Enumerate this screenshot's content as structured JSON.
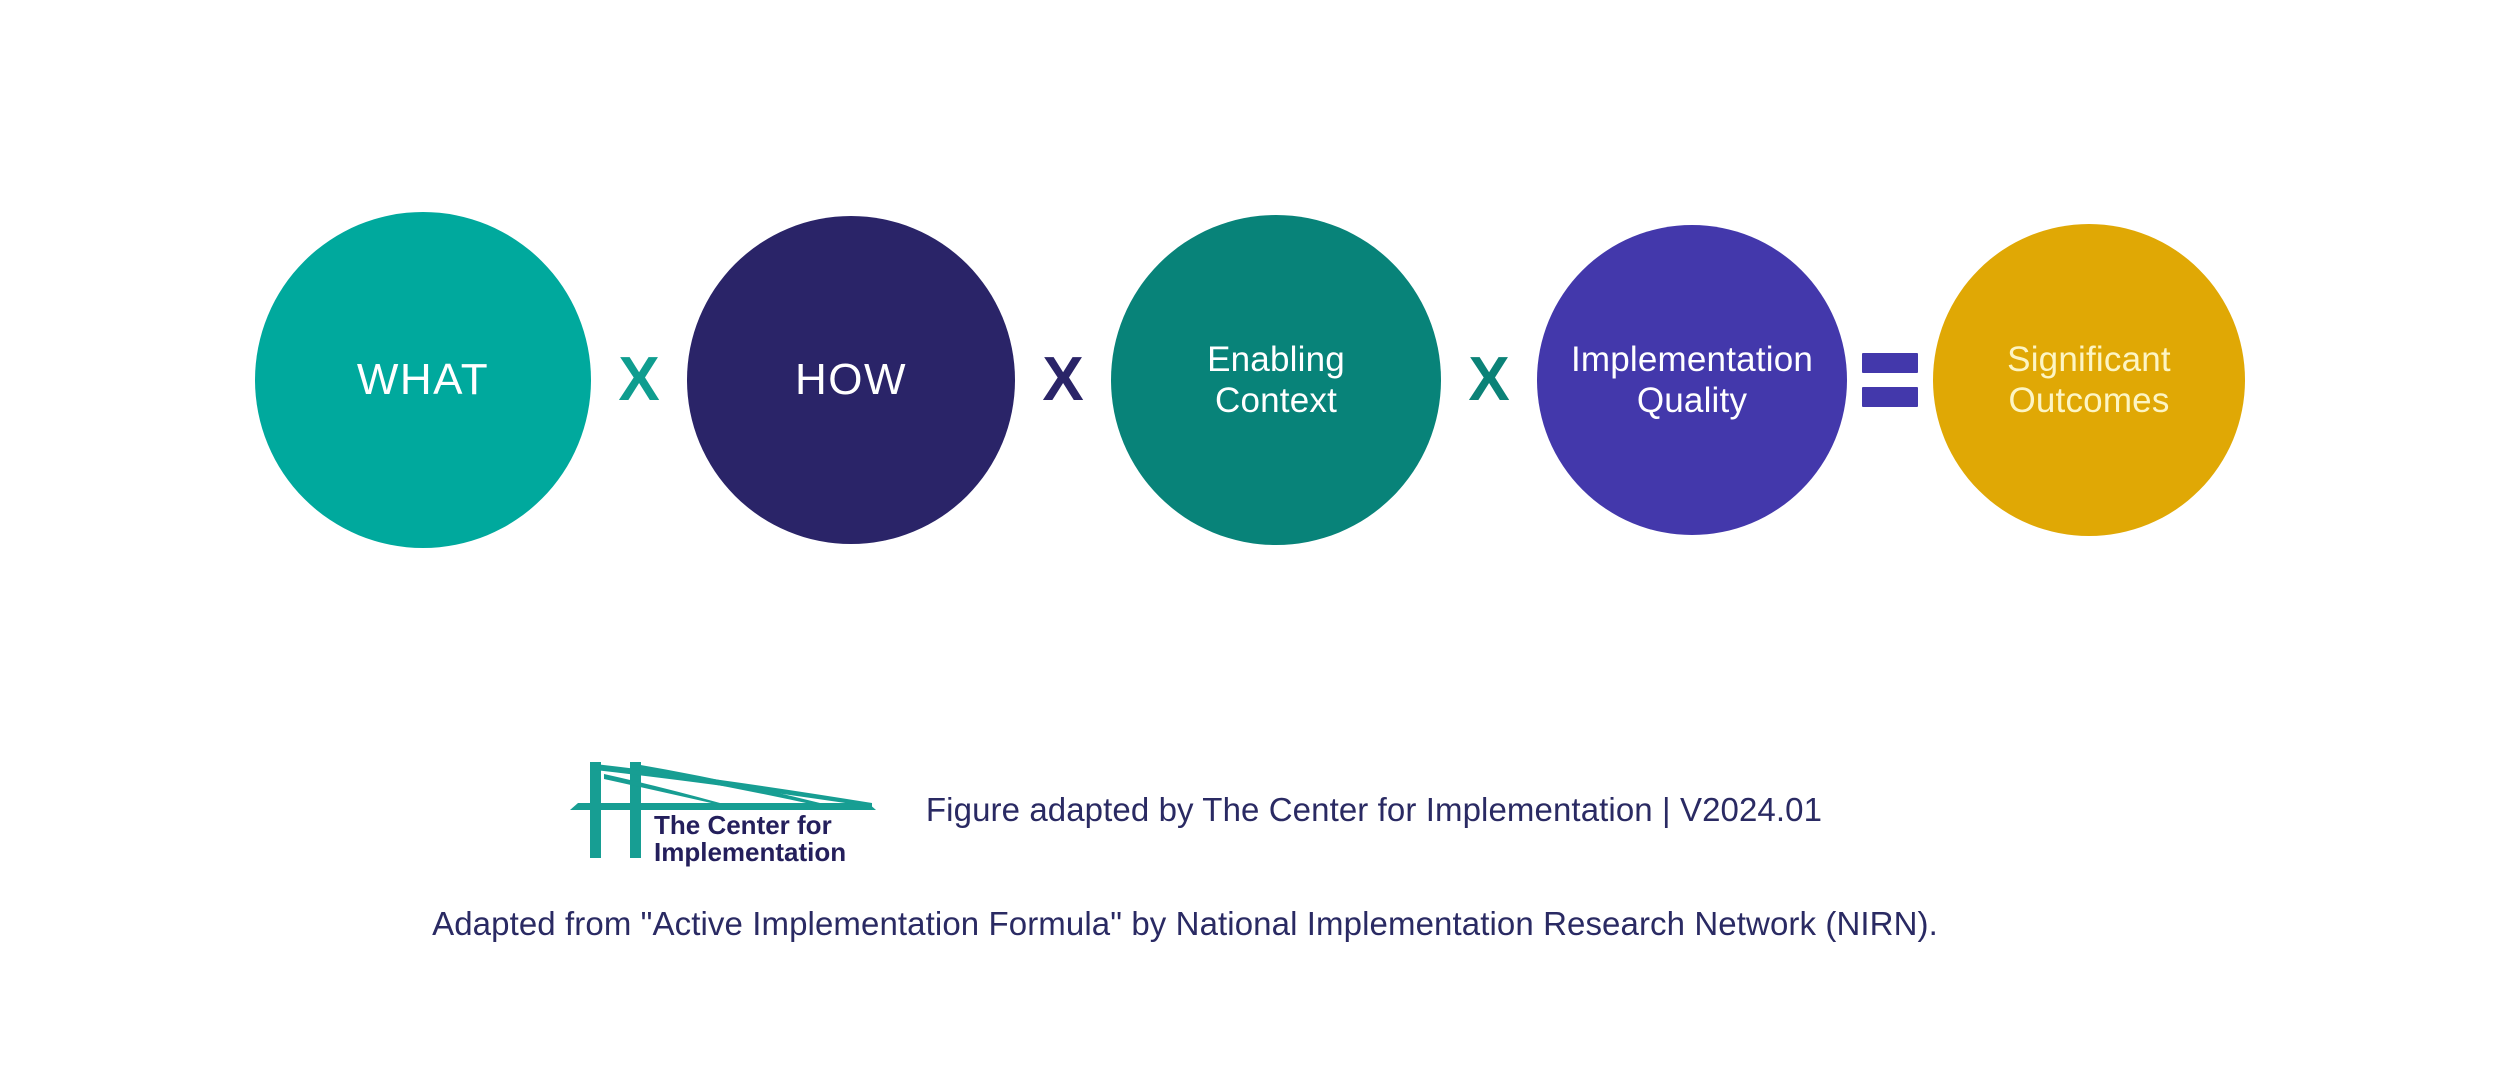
{
  "figure": {
    "title": "Active Implementation Formula",
    "background": "#ffffff",
    "nodes": [
      {
        "label": "WHAT",
        "color": "#00a99d",
        "text_color": "#ffffff"
      },
      {
        "label": "HOW",
        "color": "#2a2468",
        "text_color": "#ffffff"
      },
      {
        "label": "Enabling\nContext",
        "color": "#088379",
        "text_color": "#ffffff"
      },
      {
        "label": "Implementation\nQuality",
        "color": "#4338ab",
        "text_color": "#ffffff"
      },
      {
        "label": "Significant\nOutcomes",
        "color": "#e0a805",
        "text_color": "#fdf5c4"
      }
    ],
    "operators": [
      {
        "symbol": "X",
        "name": "multiply",
        "color": "#0f9d8f"
      },
      {
        "symbol": "X",
        "name": "multiply",
        "color": "#2a2468"
      },
      {
        "symbol": "X",
        "name": "multiply",
        "color": "#0b8277"
      },
      {
        "symbol": "=",
        "name": "equals",
        "color": "#4338ab"
      }
    ]
  },
  "logo": {
    "name": "the-center-for-implementation-logo",
    "line1": "The Center for",
    "line2": "Implementation",
    "bridge_color": "#179e93",
    "text_color": "#241f5c"
  },
  "credit": {
    "attribution": "Figure adapted by The Center for Implementation | V2024.01",
    "source": "Adapted from \"Active Implementation Formula\" by National Implementation Research Network (NIRN)."
  }
}
